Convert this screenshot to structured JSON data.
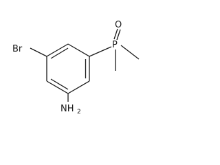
{
  "molecule": {
    "atoms": {
      "bromine": "Br",
      "phosphorus": "P",
      "oxygen": "O",
      "amine_n": "NH",
      "amine_sub": "2"
    }
  }
}
